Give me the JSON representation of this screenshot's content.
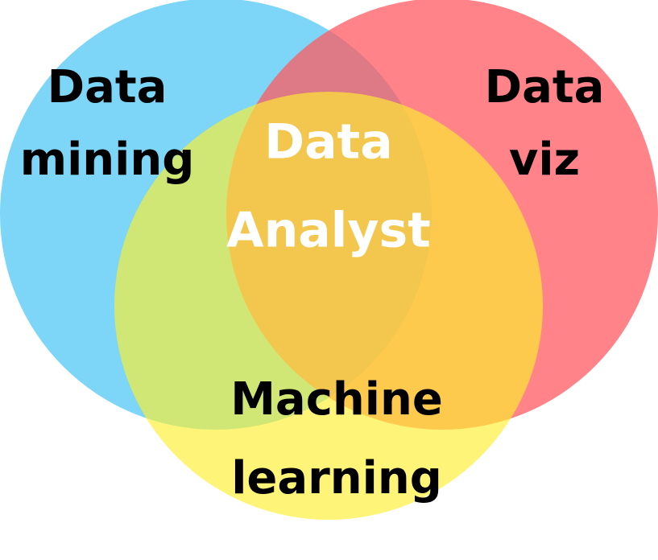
{
  "diagram": {
    "type": "venn",
    "sets": [
      {
        "id": "data-mining",
        "line1": "Data",
        "line2": "mining",
        "color": "#5ccaf5"
      },
      {
        "id": "data-viz",
        "line1": "Data",
        "line2": "viz",
        "color": "#ff6b70"
      },
      {
        "id": "machine-learning",
        "line1": "Machine",
        "line2": "learning",
        "color": "#fdf45b"
      }
    ],
    "intersection": {
      "line1": "Data",
      "line2": "Analyst"
    },
    "colors": {
      "background": "#ffffff",
      "label": "#000000",
      "center_label": "#ffffff"
    }
  }
}
